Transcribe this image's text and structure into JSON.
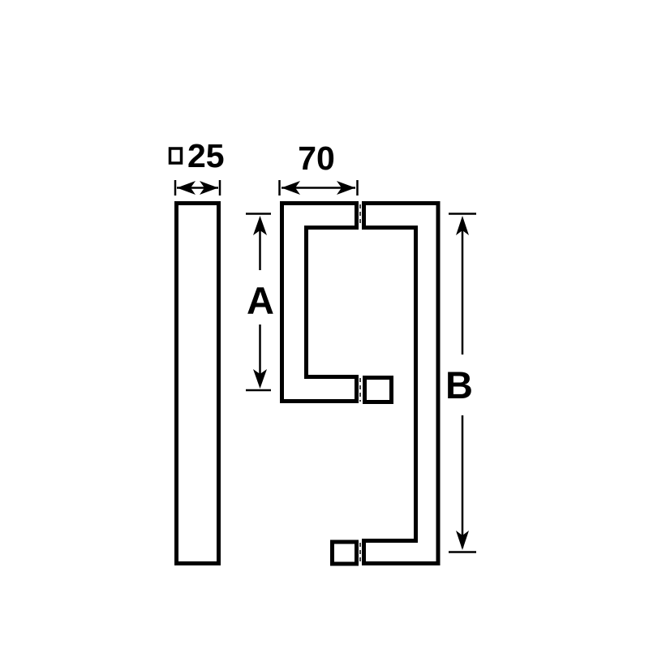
{
  "drawing": {
    "labels": {
      "section_symbol": "□",
      "section_size": "25",
      "offset_width": "70",
      "dim_a": "A",
      "dim_b": "B"
    },
    "colors": {
      "line": "#000000",
      "background": "#ffffff"
    }
  }
}
